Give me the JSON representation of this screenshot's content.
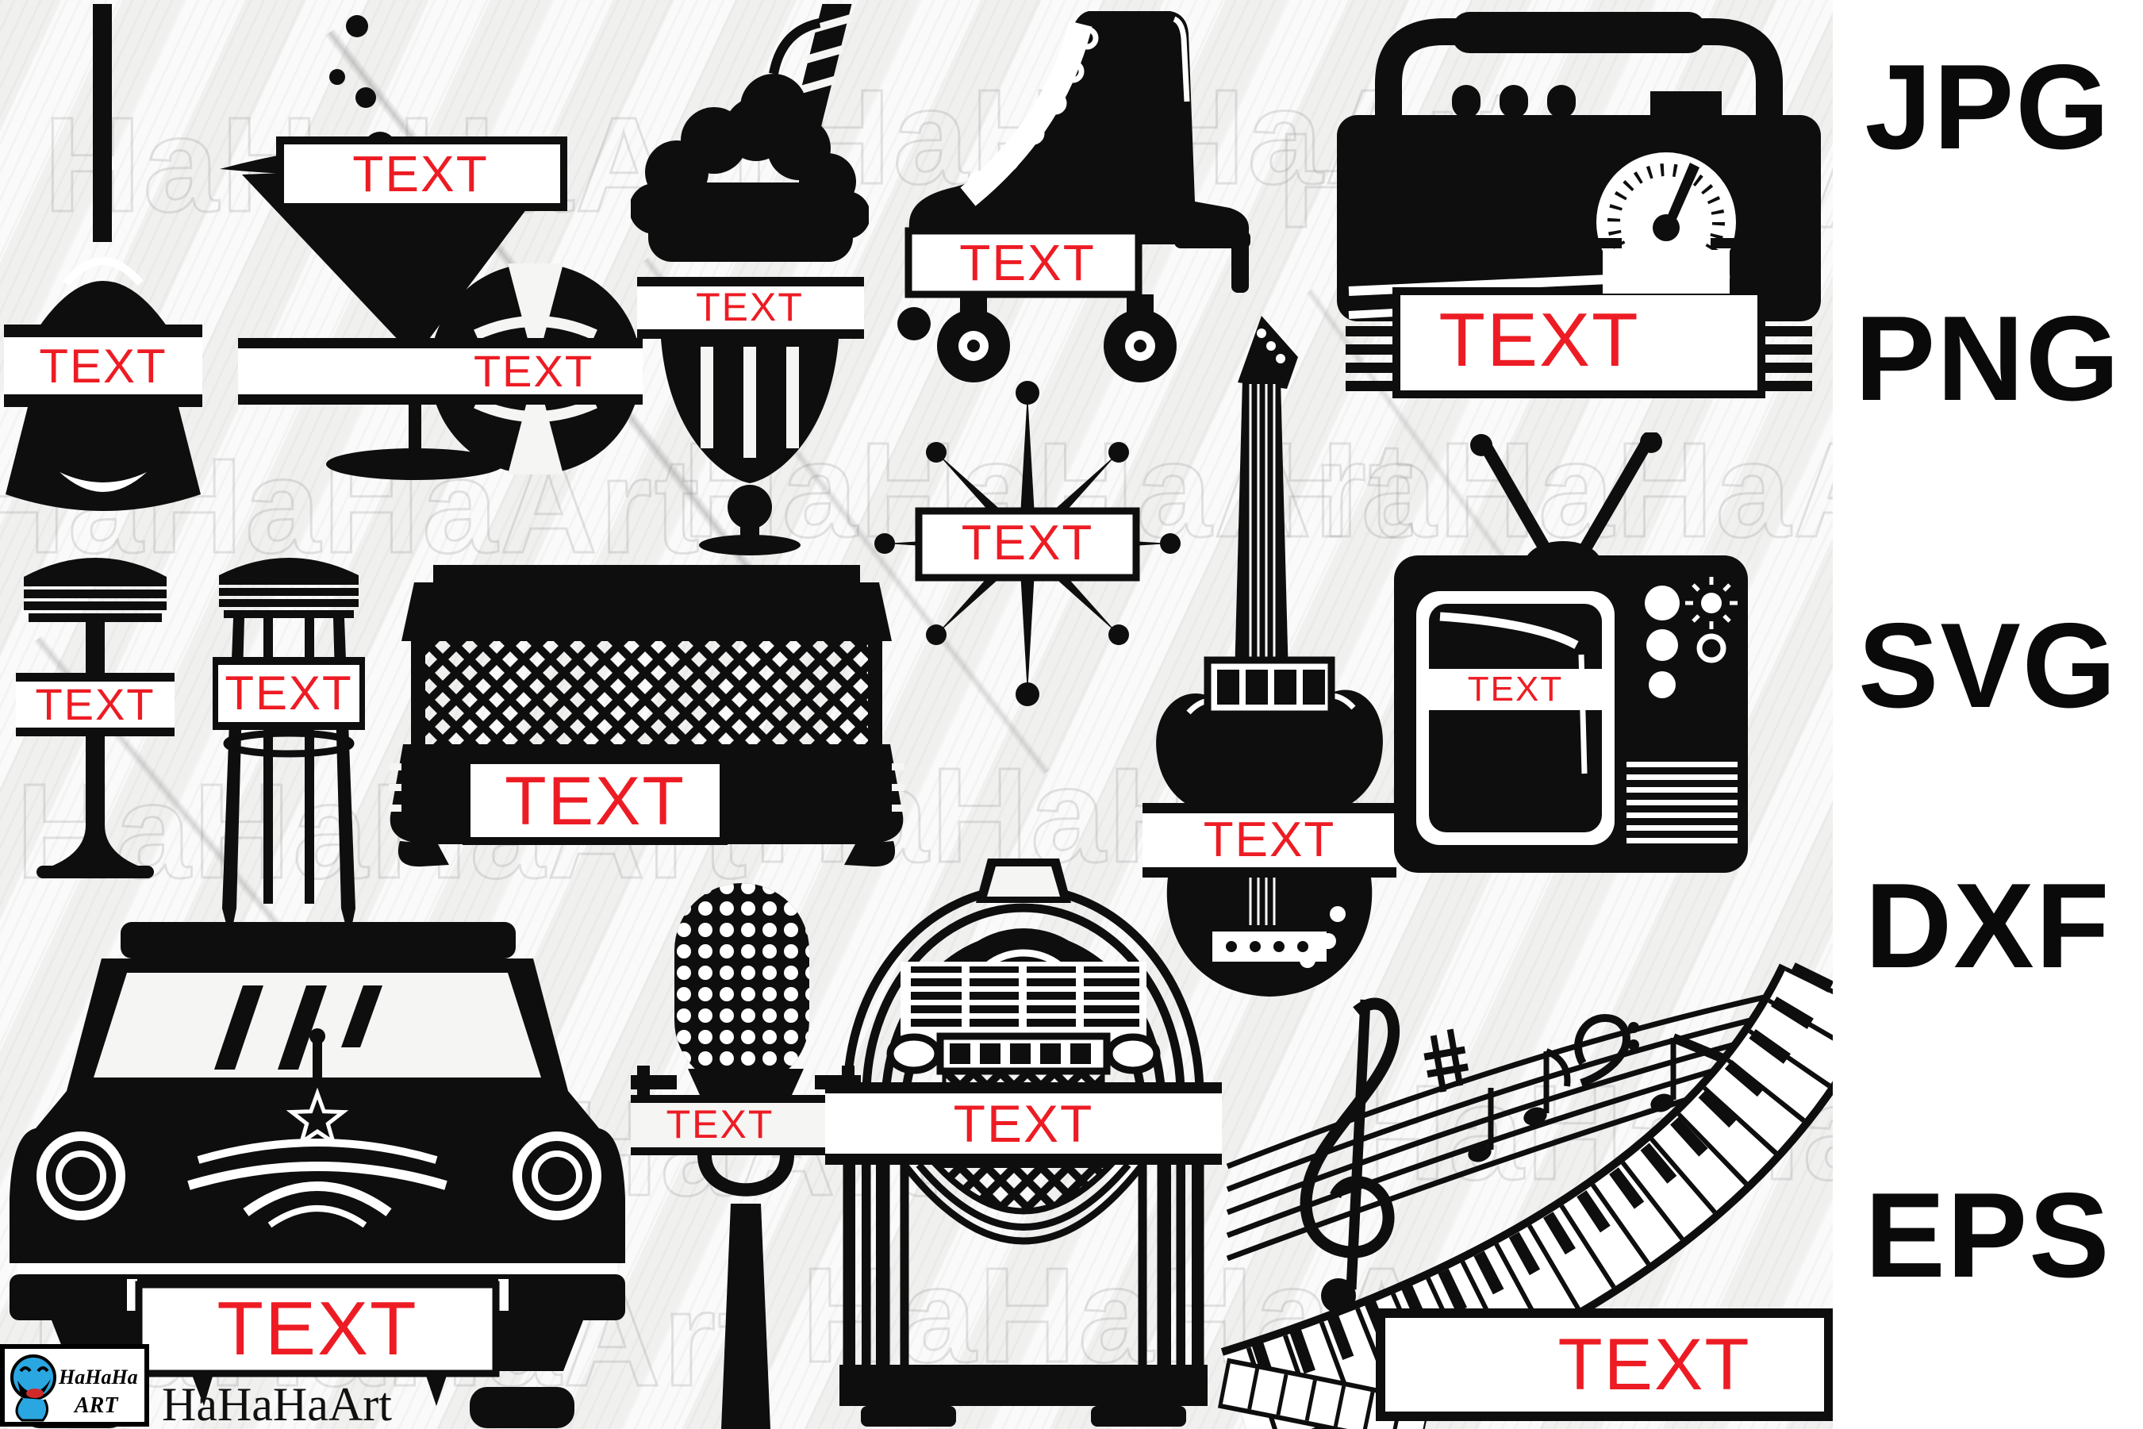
{
  "artboard": {
    "watermark_text": "HaHaHaArt",
    "brand": {
      "name": "HaHaHaArt",
      "logo_line1": "HaHaHa",
      "logo_line2": "ART"
    }
  },
  "formats": {
    "items": [
      {
        "label": "JPG"
      },
      {
        "label": "PNG"
      },
      {
        "label": "SVG"
      },
      {
        "label": "DXF"
      },
      {
        "label": "EPS"
      }
    ]
  },
  "colors": {
    "accent_red": "#ed1c24",
    "silhouette_black": "#0e0e0e",
    "watermark_gray": "#828282",
    "panel_white": "#ffffff",
    "logo_blue": "#2aa7e0"
  },
  "items": [
    {
      "id": "pendant-bell",
      "label": "TEXT"
    },
    {
      "id": "martini-glass",
      "label": "TEXT"
    },
    {
      "id": "vinyl-record",
      "label": "TEXT"
    },
    {
      "id": "ice-cream-sundae",
      "label": "TEXT"
    },
    {
      "id": "roller-skate",
      "label": "TEXT"
    },
    {
      "id": "portable-radio",
      "label": "TEXT"
    },
    {
      "id": "atomic-starburst",
      "label": "TEXT"
    },
    {
      "id": "diner-stool-pedestal",
      "label": "TEXT"
    },
    {
      "id": "diner-stool-four-leg",
      "label": "TEXT"
    },
    {
      "id": "diner-counter",
      "label": "TEXT"
    },
    {
      "id": "electric-guitar",
      "label": "TEXT"
    },
    {
      "id": "retro-tv",
      "label": "TEXT"
    },
    {
      "id": "classic-car",
      "label": "TEXT"
    },
    {
      "id": "retro-microphone",
      "label": "TEXT"
    },
    {
      "id": "jukebox",
      "label": "TEXT"
    },
    {
      "id": "music-notes-piano",
      "label": "TEXT"
    }
  ]
}
